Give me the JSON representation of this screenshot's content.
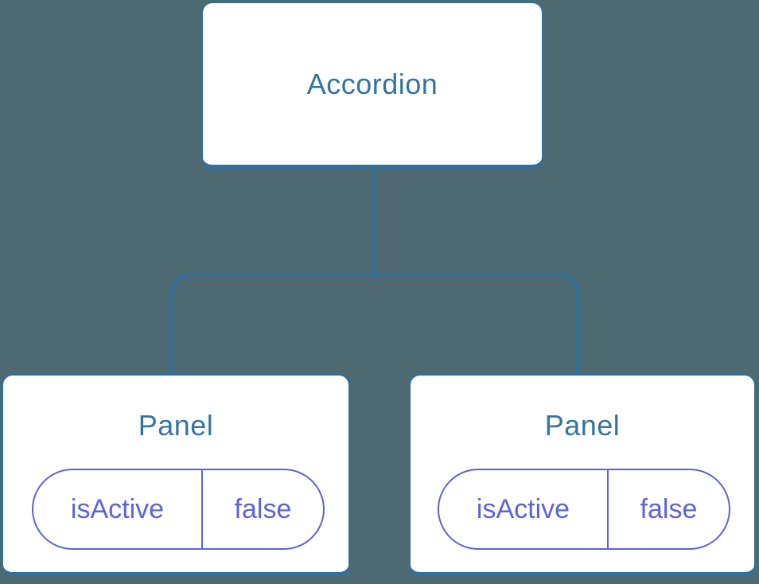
{
  "colors": {
    "background": "#4d6972",
    "accent_blue": "#2e70a0",
    "title_color": "#35749e",
    "accent_purple": "#5e63d6",
    "node_fill": "#ffffff"
  },
  "tree": {
    "root": {
      "label": "Accordion"
    },
    "panels": [
      {
        "title": "Panel",
        "state": {
          "key": "isActive",
          "value": "false"
        }
      },
      {
        "title": "Panel",
        "state": {
          "key": "isActive",
          "value": "false"
        }
      }
    ]
  }
}
